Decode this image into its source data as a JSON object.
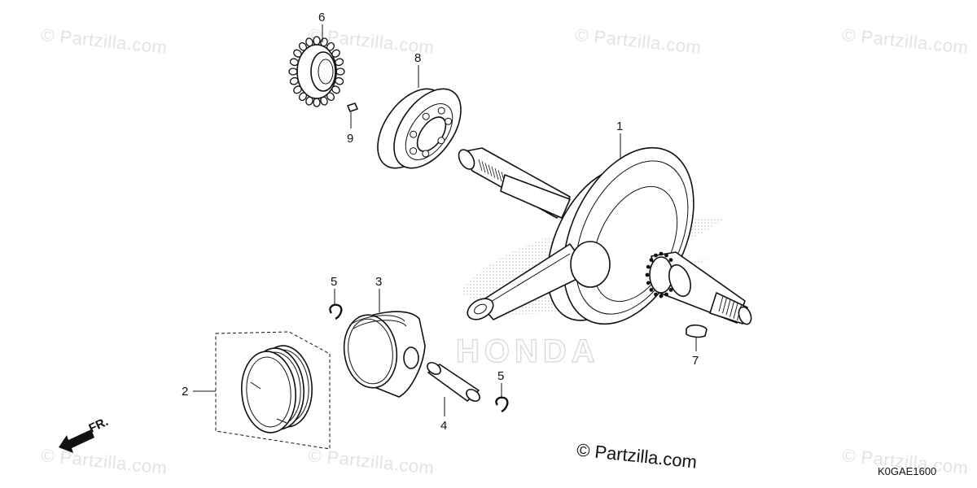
{
  "watermark": {
    "text": "© Partzilla.com"
  },
  "footer": {
    "copyright": "© Partzilla.com",
    "diagram_code": "K0GAE1600"
  },
  "front_arrow": {
    "label": "FR."
  },
  "background_logo": {
    "text": "HONDA"
  },
  "callouts": {
    "crankshaft": "1",
    "piston_ring_set": "2",
    "piston": "3",
    "piston_pin": "4",
    "clip_upper": "5",
    "clip_lower": "5",
    "timing_sprocket": "6",
    "woodruff_key": "7",
    "bearing": "8",
    "small_key": "9"
  }
}
